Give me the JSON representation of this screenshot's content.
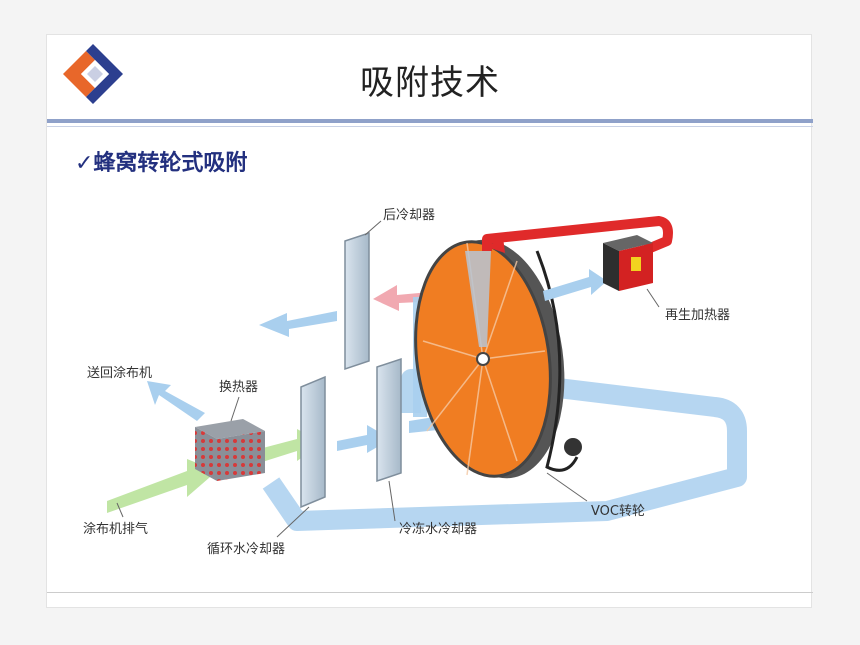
{
  "header": {
    "title": "吸附技术",
    "subtitle": "✓蜂窝转轮式吸附"
  },
  "diagram": {
    "labels": {
      "after_cooler": "后冷却器",
      "regen_heater": "再生加热器",
      "return_coater": "送回涂布机",
      "heat_exchanger": "换热器",
      "voc_rotor": "VOC转轮",
      "coater_exhaust": "涂布机排气",
      "circ_water_cooler": "循环水冷却器",
      "chilled_water_cooler": "冷冻水冷却器"
    }
  },
  "colors": {
    "title_text": "#222222",
    "subtitle_text": "#23307f",
    "rule": "#8fa1c9",
    "logo_orange": "#e8672a",
    "logo_blue": "#2c3f8f",
    "air_flow": "#a9cfee",
    "exhaust_flow": "#b9e29a",
    "hot_flow": "#e02a2a",
    "rotor": "#f07d22"
  }
}
